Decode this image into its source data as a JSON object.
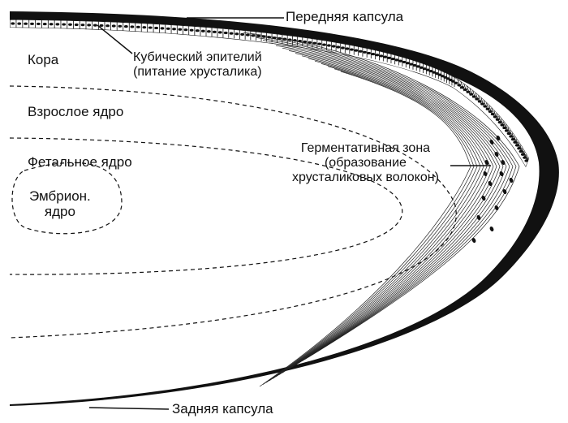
{
  "labels": {
    "anterior_capsule": "Передняя капсула",
    "cortex": "Кора",
    "cuboidal_epithelium_line1": "Кубический эпителий",
    "cuboidal_epithelium_line2": "(питание хрусталика)",
    "adult_nucleus": "Взрослое ядро",
    "fetal_nucleus": "Фетальное ядро",
    "embryonic_nucleus_line1": "Эмбрион.",
    "embryonic_nucleus_line2": "ядро",
    "germinative_zone_line1": "Герментативная зона",
    "germinative_zone_line2": "(образование",
    "germinative_zone_line3": "хрусталиковых волокон)",
    "posterior_capsule": "Задняя капсула"
  },
  "colors": {
    "ink": "#111111",
    "background": "#ffffff"
  }
}
